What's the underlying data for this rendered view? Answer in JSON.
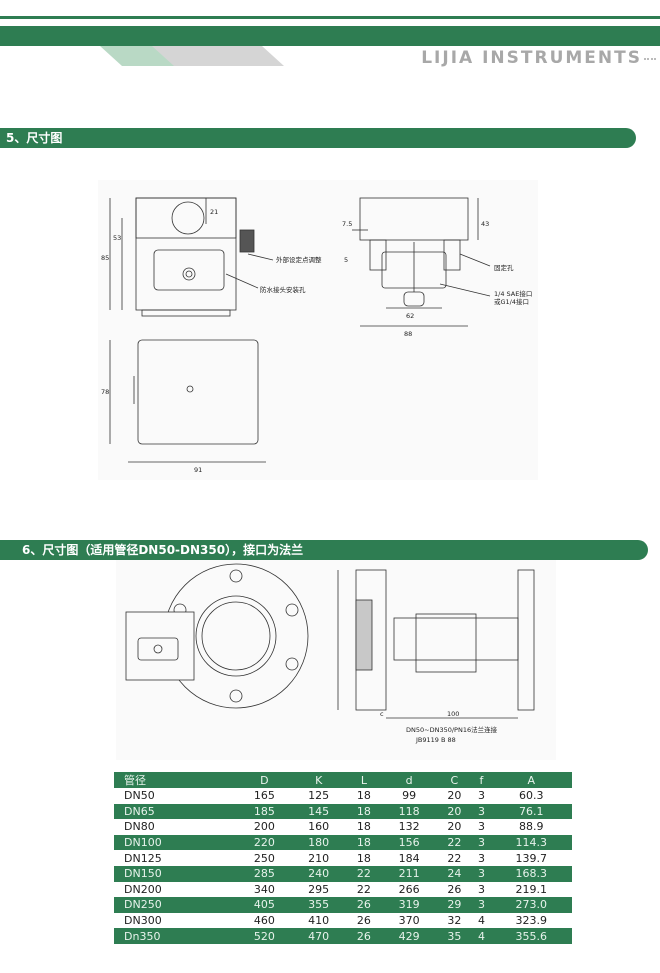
{
  "header": {
    "brand": "LIJIA INSTRUMENTS",
    "accent_color": "#2e7d52"
  },
  "section5": {
    "title": "5、尺寸图",
    "labels": {
      "ext_adjust": "外部设定点调整",
      "waterproof": "防水接头安装孔",
      "fix_hole": "固定孔",
      "port1": "1/4 SAE接口",
      "port2": "或G1/4接口"
    },
    "dims": {
      "d21": "21",
      "d53": "53",
      "d85": "85",
      "d75": "7.5",
      "d5": "5",
      "d43": "43",
      "d62": "62",
      "d88": "88",
      "d78": "78",
      "d91": "91"
    }
  },
  "section6": {
    "title": "6、尺寸图（适用管径DN50-DN350），接口为法兰",
    "dims": {
      "d100": "100",
      "dc": "c"
    },
    "caption1": "DN50~DN350/PN16法兰连接",
    "caption2": "JB9119 B 88"
  },
  "table": {
    "headers": [
      "管径",
      "D",
      "K",
      "L",
      "d",
      "C",
      "f",
      "A"
    ],
    "rows": [
      [
        "DN50",
        "165",
        "125",
        "18",
        "99",
        "20",
        "3",
        "60.3"
      ],
      [
        "DN65",
        "185",
        "145",
        "18",
        "118",
        "20",
        "3",
        "76.1"
      ],
      [
        "DN80",
        "200",
        "160",
        "18",
        "132",
        "20",
        "3",
        "88.9"
      ],
      [
        "DN100",
        "220",
        "180",
        "18",
        "156",
        "22",
        "3",
        "114.3"
      ],
      [
        "DN125",
        "250",
        "210",
        "18",
        "184",
        "22",
        "3",
        "139.7"
      ],
      [
        "DN150",
        "285",
        "240",
        "22",
        "211",
        "24",
        "3",
        "168.3"
      ],
      [
        "DN200",
        "340",
        "295",
        "22",
        "266",
        "26",
        "3",
        "219.1"
      ],
      [
        "DN250",
        "405",
        "355",
        "26",
        "319",
        "29",
        "3",
        "273.0"
      ],
      [
        "DN300",
        "460",
        "410",
        "26",
        "370",
        "32",
        "4",
        "323.9"
      ],
      [
        "Dn350",
        "520",
        "470",
        "26",
        "429",
        "35",
        "4",
        "355.6"
      ]
    ]
  }
}
